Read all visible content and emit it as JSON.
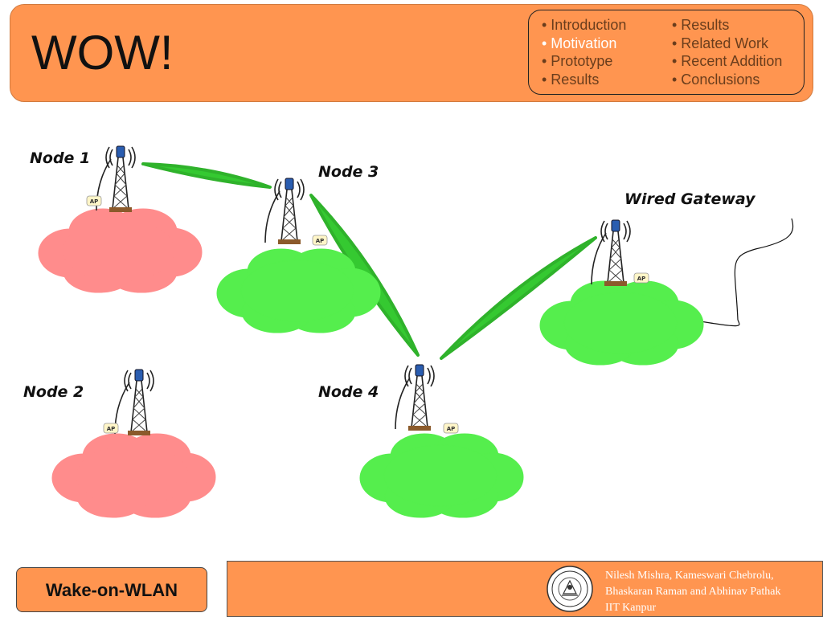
{
  "header": {
    "title": "WOW!",
    "outline": {
      "left": [
        {
          "label": "• Introduction",
          "active": false
        },
        {
          "label": "• Motivation",
          "active": true
        },
        {
          "label": "• Prototype",
          "active": false
        },
        {
          "label": "• Results",
          "active": false
        }
      ],
      "right": [
        {
          "label": "• Results",
          "active": false
        },
        {
          "label": "• Related Work",
          "active": false
        },
        {
          "label": "• Recent Addition",
          "active": false
        },
        {
          "label": "• Conclusions",
          "active": false
        }
      ]
    }
  },
  "diagram": {
    "ap_label": "AP",
    "nodes": [
      {
        "id": "node1",
        "label": "Node 1",
        "cloud_color": "#ff8c8c"
      },
      {
        "id": "node2",
        "label": "Node 2",
        "cloud_color": "#ff8c8c"
      },
      {
        "id": "node3",
        "label": "Node 3",
        "cloud_color": "#55ee4d"
      },
      {
        "id": "node4",
        "label": "Node 4",
        "cloud_color": "#55ee4d"
      },
      {
        "id": "gateway",
        "label": "Wired Gateway",
        "cloud_color": "#55ee4d"
      }
    ],
    "link_color": "#35c931"
  },
  "footer": {
    "project": "Wake-on-WLAN",
    "authors_line1": "Nilesh Mishra, Kameswari Chebrolu,",
    "authors_line2": "Bhaskaran Raman and Abhinav Pathak",
    "institution": "IIT Kanpur"
  },
  "colors": {
    "header_bg": "#ff9550",
    "active_outline": "#ffffff",
    "inactive_outline": "#6a3d1c"
  }
}
